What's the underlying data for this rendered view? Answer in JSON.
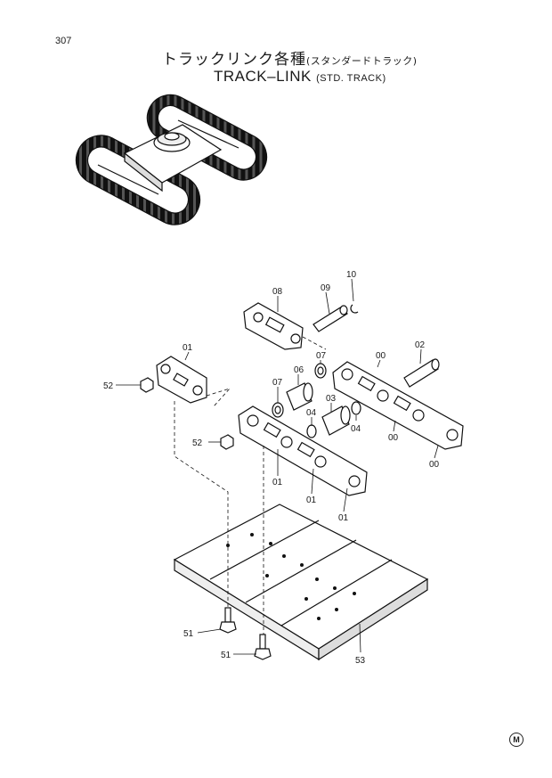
{
  "page": {
    "number": "307",
    "mark": "M"
  },
  "title": {
    "jp_main": "トラックリンク各種",
    "jp_sub": "(スタンダードトラック)",
    "en_main": "TRACK–LINK",
    "en_sub": "(STD. TRACK)"
  },
  "callouts": {
    "p10": "10",
    "p08": "08",
    "p09": "09",
    "p01a": "01",
    "p02": "02",
    "p52a": "52",
    "p07a": "07",
    "p00a": "00",
    "p06": "06",
    "p07b": "07",
    "p03": "03",
    "p04a": "04",
    "p04b": "04",
    "p00b": "00",
    "p52b": "52",
    "p00c": "00",
    "p01b": "01",
    "p01c": "01",
    "p01d": "01",
    "p51a": "51",
    "p51b": "51",
    "p53": "53"
  }
}
